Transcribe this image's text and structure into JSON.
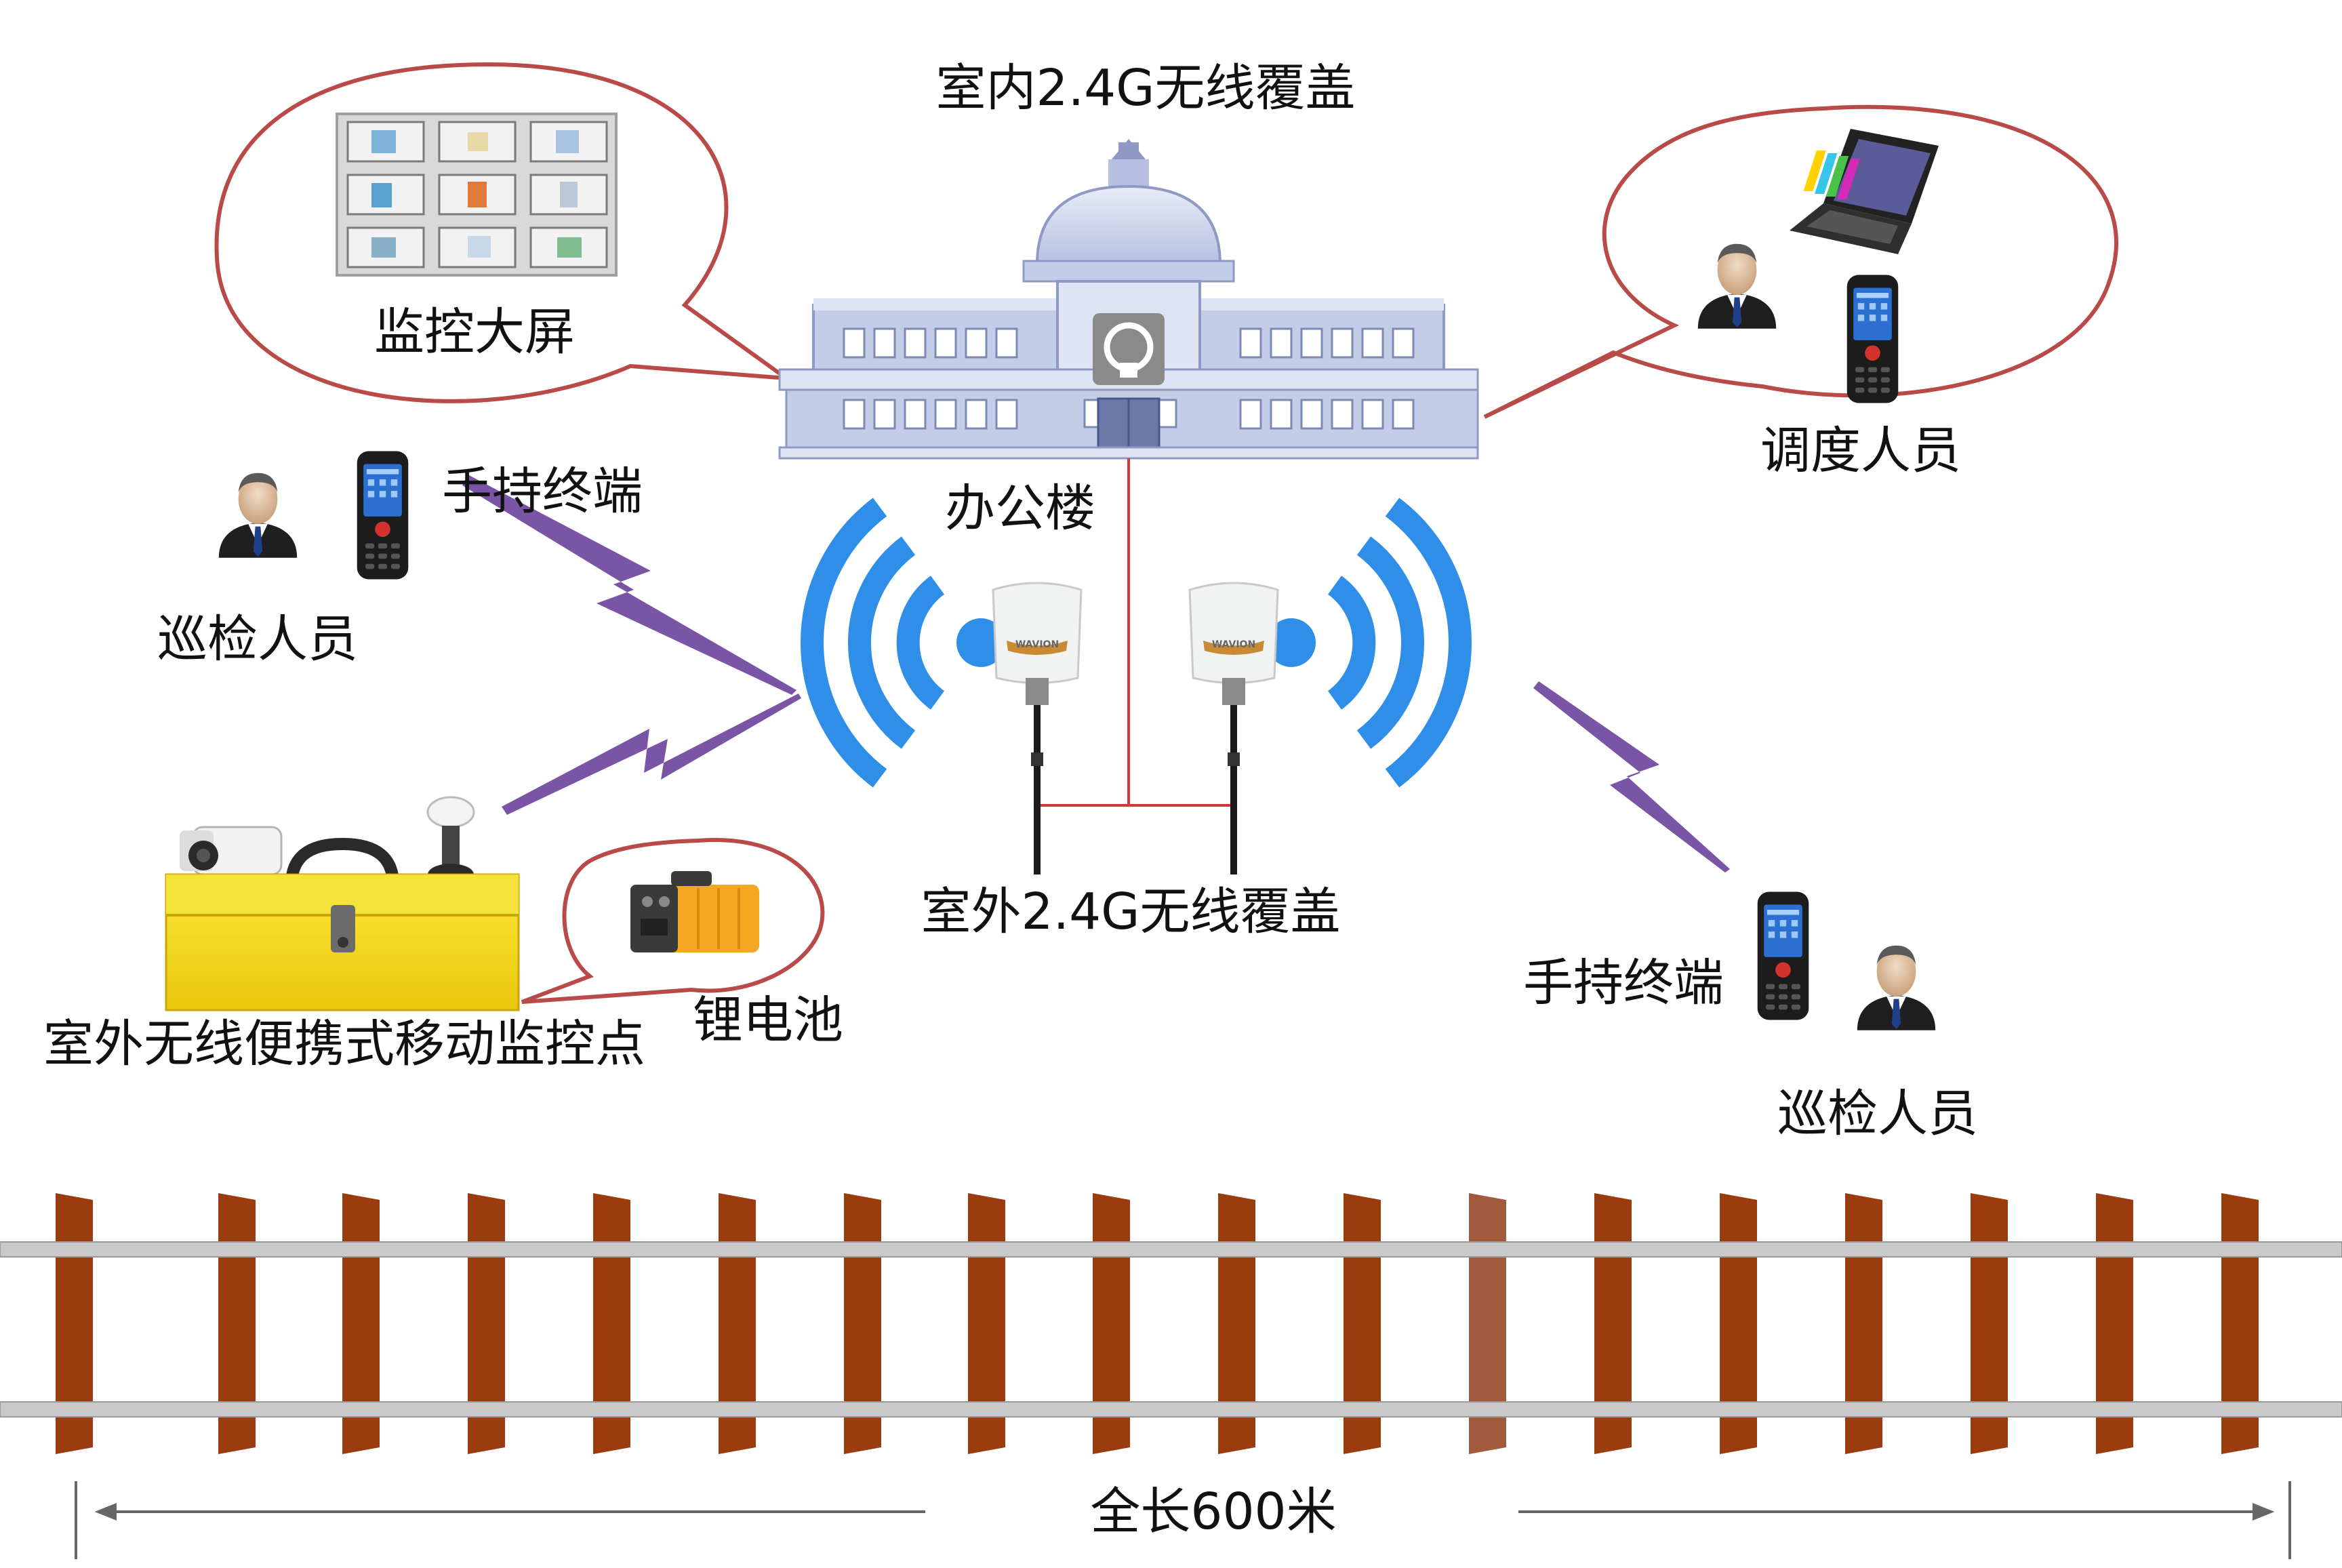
{
  "labels": {
    "indoor_coverage": "室内2.4G无线覆盖",
    "outdoor_coverage": "室外2.4G无线覆盖",
    "office_building": "办公楼",
    "monitor_screen": "监控大屏",
    "dispatcher": "调度人员",
    "handheld_left": "手持终端",
    "inspector_left": "巡检人员",
    "handheld_right": "手持终端",
    "inspector_right": "巡检人员",
    "mobile_monitor_point": "室外无线便携式移动监控点",
    "lithium_battery": "锂电池",
    "track_length": "全长600米",
    "antenna_brand_left": "WAVION",
    "antenna_brand_right": "WAVION"
  },
  "colors": {
    "callout_border": "#b94a48",
    "wifi_blue": "#2f8fe8",
    "lightning_purple": "#7a55a6",
    "link_red": "#d23a3a",
    "sleeper_brown": "#9b3c0f",
    "rail_gray": "#c9c9c9",
    "building_blue": "#c4cde8",
    "toolbox_yellow": "#f4dc17"
  },
  "icons": [
    "building-icon",
    "monitor-wall-icon",
    "laptop-icon",
    "person-icon",
    "handheld-terminal-icon",
    "antenna-icon",
    "camera-icon",
    "battery-icon",
    "toolbox-icon",
    "railway-track-icon"
  ]
}
